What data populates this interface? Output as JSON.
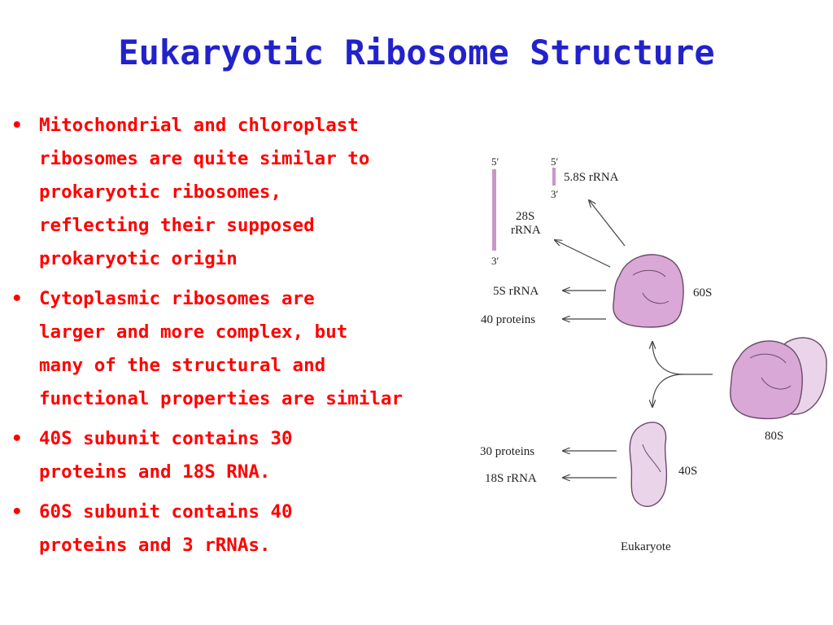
{
  "title": "Eukaryotic Ribosome Structure",
  "bullets": [
    "Mitochondrial and chloroplast\nribosomes are quite similar to\nprokaryotic ribosomes,\nreflecting their supposed\nprokaryotic origin",
    "Cytoplasmic ribosomes are\nlarger and more complex, but\nmany of the structural and\nfunctional properties are similar",
    "40S subunit contains 30\nproteins and 18S RNA.",
    "60S subunit contains 40\nproteins and 3 rRNAs."
  ],
  "bullet_glyph": "•",
  "diagram": {
    "five_prime_28s": "5′",
    "three_prime_28s": "3′",
    "five_prime_58s": "5′",
    "three_prime_58s": "3′",
    "rrna_58s": "5.8S rRNA",
    "rrna_28s_line1": "28S",
    "rrna_28s_line2": "rRNA",
    "rrna_5s": "5S rRNA",
    "proteins_60s": "40 proteins",
    "subunit_60s": "60S",
    "ribosome_80s": "80S",
    "proteins_40s": "30 proteins",
    "rrna_18s": "18S rRNA",
    "subunit_40s": "40S",
    "caption": "Eukaryote"
  },
  "colors": {
    "title": "#2222cc",
    "bullet_text": "#ff0000",
    "large_subunit": "#d9a8d6",
    "small_subunit": "#ead4ea",
    "rna_bar": "#c996c8",
    "outline": "#6a4a6a"
  }
}
